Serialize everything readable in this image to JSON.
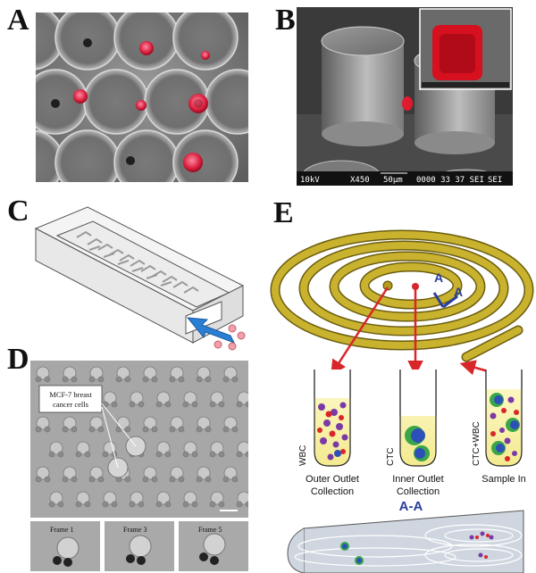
{
  "panels": {
    "a": {
      "letter": "A"
    },
    "b": {
      "letter": "B",
      "sem_bar": {
        "voltage": "10kV",
        "magnification": "X450",
        "scale": "50μm",
        "code": "0000 33 37 SEI"
      }
    },
    "c": {
      "letter": "C"
    },
    "d": {
      "letter": "D",
      "callout": [
        "MCF-7 breast",
        "cancer cells"
      ],
      "frames": [
        "Frame 1",
        "Frame 3",
        "Frame 5"
      ]
    },
    "e": {
      "letter": "E",
      "section_marker": "A",
      "tubes": [
        {
          "label": "WBC",
          "caption_line1": "Outer Outlet",
          "caption_line2": "Collection"
        },
        {
          "label": "CTC",
          "caption_line1": "Inner Outlet",
          "caption_line2": "Collection"
        },
        {
          "label": "CTC+WBC",
          "caption_line1": "Sample In",
          "caption_line2": ""
        }
      ],
      "section_title": "A-A"
    }
  },
  "colors": {
    "cell_red": "#d81c3a",
    "spiral_gold": "#c9b22e",
    "arrow_red": "#d8262a",
    "flow_blue": "#2a7fd4",
    "ctc_blue": "#2c50b8",
    "ctc_green": "#3aa64a",
    "label_blue": "#2a3f9a"
  }
}
